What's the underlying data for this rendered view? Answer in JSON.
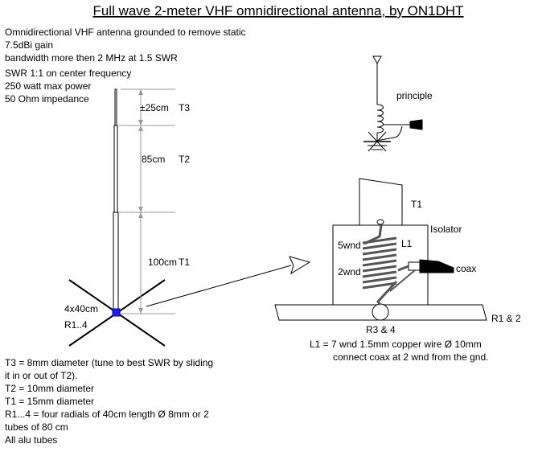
{
  "title": "Full wave 2-meter VHF omnidirectional antenna, by ON1DHT",
  "specs": [
    "Omnidirectional VHF antenna grounded to remove static",
    "7.5dBi gain",
    "bandwidth more then 2 MHz at 1.5 SWR",
    "SWR 1:1 on center frequency",
    "250 watt max power",
    "50 Ohm impedance"
  ],
  "antenna": {
    "dim_t3": "±25cm",
    "label_t3": "T3",
    "dim_t2": "85cm",
    "label_t2": "T2",
    "dim_t1": "100cm",
    "label_t1": "T1",
    "radial_dim": "4x40cm",
    "radial_label": "R1..4"
  },
  "principle": {
    "label": "principle"
  },
  "detail": {
    "label_t1": "T1",
    "isolator": "Isolator",
    "wnd5": "5wnd",
    "wnd2": "2wnd",
    "l1": "L1",
    "coax": "coax",
    "r34": "R3 & 4",
    "r12": "R1 & 2",
    "note1": "L1 = 7 wnd 1.5mm copper wire Ø 10mm",
    "note2": "connect coax at 2 wnd from the gnd."
  },
  "notes": [
    "T3 = 8mm diameter (tune to best SWR by sliding",
    "it in or out of T2).",
    "T2 = 10mm diameter",
    "T1 = 15mm diameter",
    "R1...4 = four radials of 40cm length Ø 8mm or 2",
    "tubes of 80 cm",
    "All alu tubes"
  ],
  "colors": {
    "feed_point": "#1a1aff",
    "coil": "#555555",
    "ink": "#000000"
  }
}
